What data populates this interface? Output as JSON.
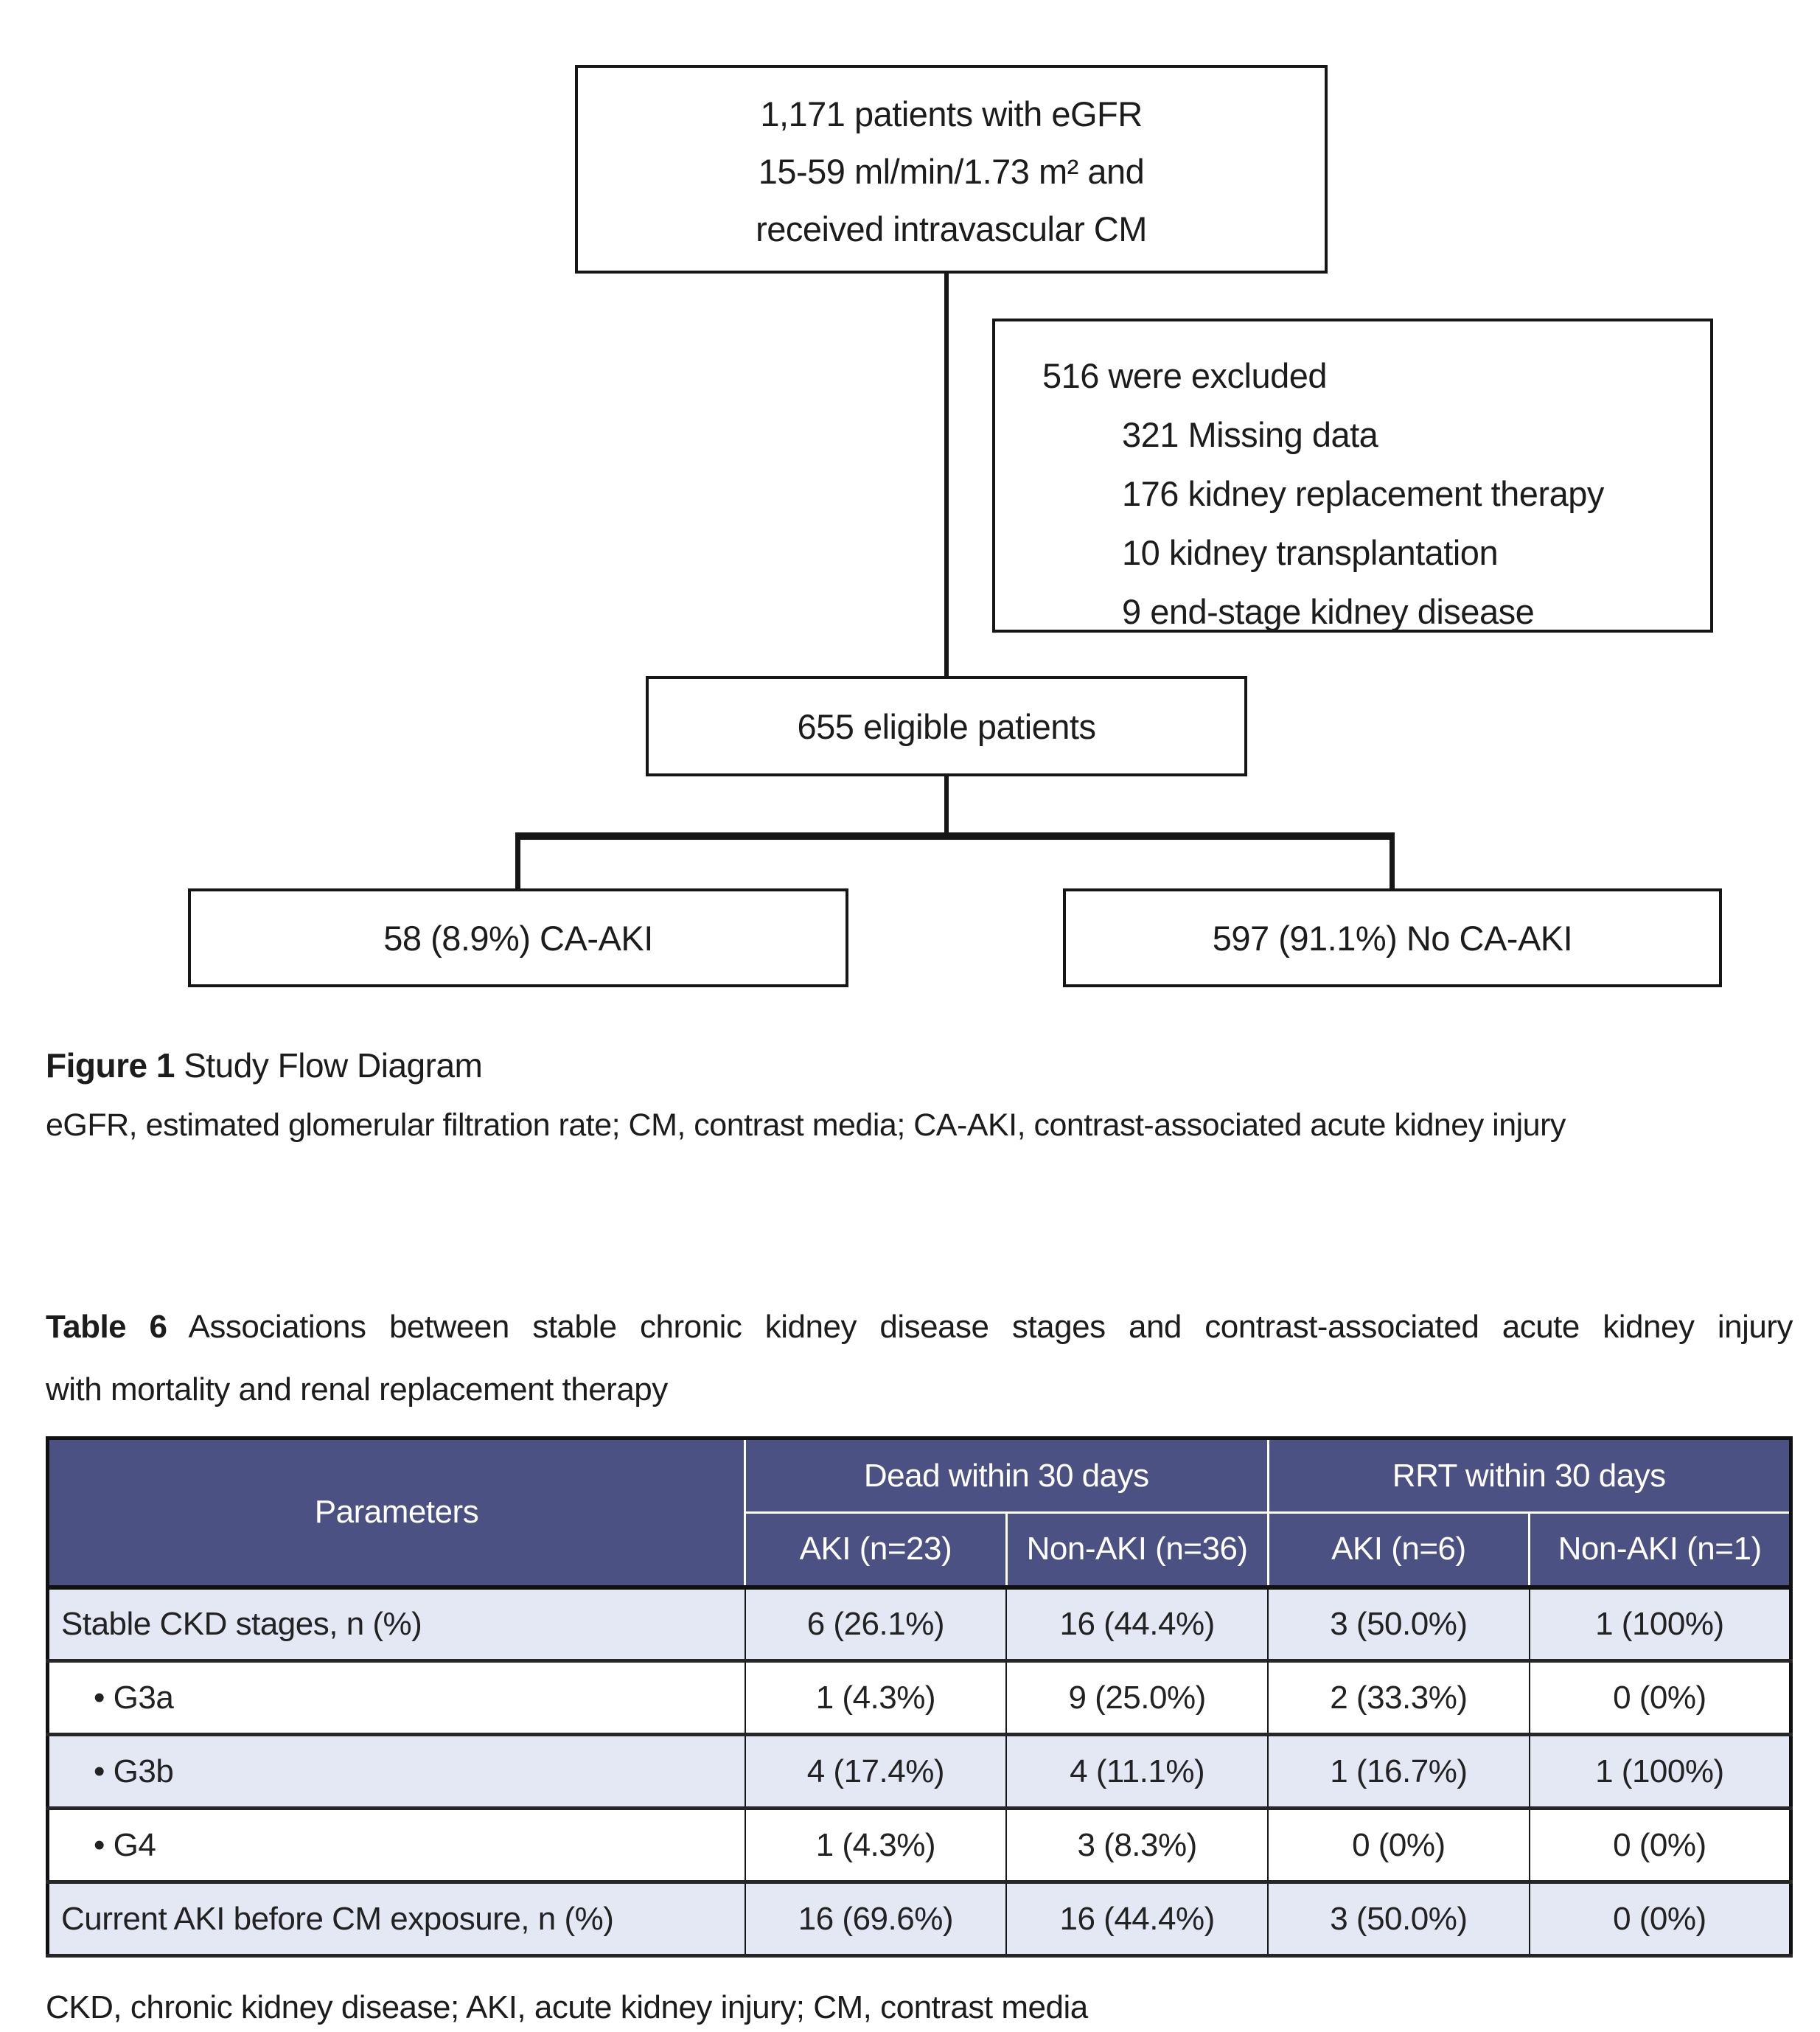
{
  "figure": {
    "top_box": {
      "lines": [
        "1,171 patients with eGFR",
        "15-59 ml/min/1.73 m² and",
        "received intravascular CM"
      ]
    },
    "excluded_box": {
      "title": "516 were excluded",
      "items": [
        "321 Missing data",
        "176 kidney replacement therapy",
        "10 kidney transplantation",
        "9 end-stage kidney disease"
      ]
    },
    "eligible_box": {
      "text": "655 eligible patients"
    },
    "aki_box": {
      "text": "58 (8.9%) CA-AKI"
    },
    "no_aki_box": {
      "text": "597 (91.1%) No CA-AKI"
    },
    "caption_label": "Figure 1",
    "caption_title": " Study Flow Diagram",
    "abbreviations": "eGFR, estimated glomerular filtration rate; CM, contrast media; CA-AKI, contrast-associated acute kidney injury"
  },
  "table": {
    "label": "Table 6",
    "title_line1": " Associations between stable chronic kidney disease stages and contrast-associated acute kidney injury",
    "title_line2": "with mortality and renal replacement therapy",
    "header": {
      "parameters": "Parameters",
      "group1": "Dead within 30 days",
      "group2": "RRT within 30 days",
      "sub": [
        "AKI (n=23)",
        "Non-AKI (n=36)",
        "AKI (n=6)",
        "Non-AKI (n=1)"
      ]
    },
    "rows": [
      {
        "label": "Stable CKD stages, n (%)",
        "values": [
          "6 (26.1%)",
          "16 (44.4%)",
          "3 (50.0%)",
          "1 (100%)"
        ]
      },
      {
        "label": "• G3a",
        "values": [
          "1 (4.3%)",
          "9 (25.0%)",
          "2 (33.3%)",
          "0 (0%)"
        ]
      },
      {
        "label": "• G3b",
        "values": [
          "4 (17.4%)",
          "4 (11.1%)",
          "1 (16.7%)",
          "1 (100%)"
        ]
      },
      {
        "label": "• G4",
        "values": [
          "1 (4.3%)",
          "3 (8.3%)",
          "0 (0%)",
          "0 (0%)"
        ]
      },
      {
        "label": "Current AKI before CM exposure, n (%)",
        "values": [
          "16 (69.6%)",
          "16 (44.4%)",
          "3 (50.0%)",
          "0 (0%)"
        ]
      }
    ],
    "footnote": "CKD, chronic kidney disease; AKI, acute kidney injury; CM, contrast media"
  },
  "colors": {
    "header_bg": "#4b5283",
    "shaded_row_bg": "#e4e8f5",
    "border_dark": "#161616",
    "text": "#1c1c1c"
  }
}
